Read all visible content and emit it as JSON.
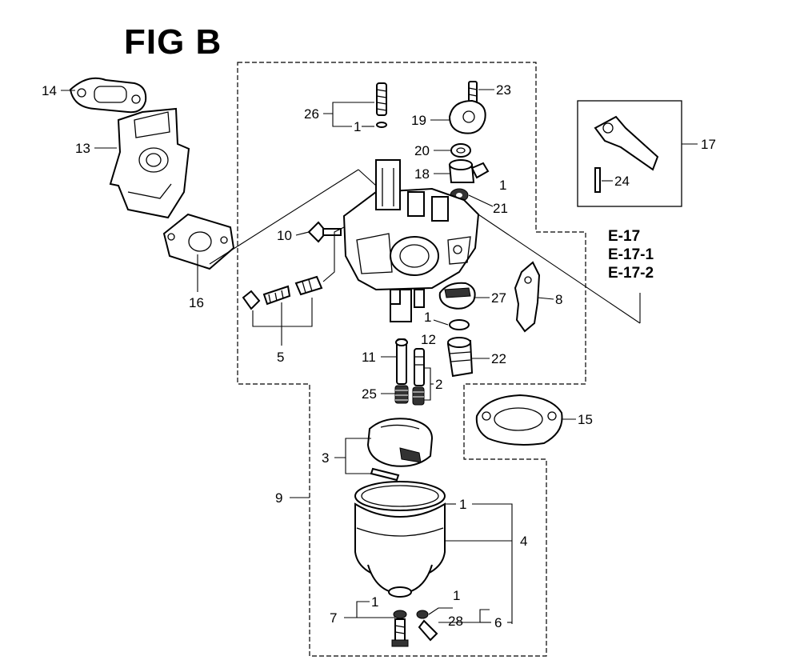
{
  "figure": {
    "title": "FIG B"
  },
  "references": [
    "E-17",
    "E-17-1",
    "E-17-2"
  ],
  "callouts": {
    "c1_a": "1",
    "c1_b": "1",
    "c1_c": "1",
    "c1_d": "1",
    "c1_e": "1",
    "c1_f": "1",
    "c2": "2",
    "c3": "3",
    "c4": "4",
    "c5": "5",
    "c6": "6",
    "c7": "7",
    "c8": "8",
    "c9": "9",
    "c10": "10",
    "c11": "11",
    "c12": "12",
    "c13": "13",
    "c14": "14",
    "c15": "15",
    "c16": "16",
    "c17": "17",
    "c18": "18",
    "c19": "19",
    "c20": "20",
    "c21": "21",
    "c22": "22",
    "c23": "23",
    "c24": "24",
    "c25": "25",
    "c26": "26",
    "c27": "27",
    "c28": "28"
  }
}
